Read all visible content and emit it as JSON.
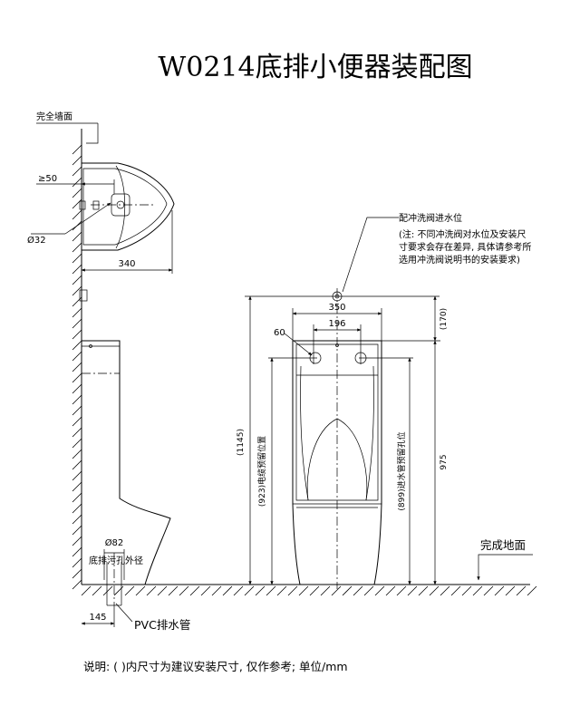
{
  "title": "W0214底排小便器装配图",
  "labels": {
    "finished_wall": "完全墙面",
    "gte50": "≥50",
    "dia32": "Ø32",
    "dim340": "340",
    "dia82": "Ø82",
    "drain_hole": "底排污孔外径",
    "dim145": "145",
    "pvc_pipe": "PVC排水管",
    "valve_inlet": "配冲洗阀进水位",
    "valve_note_1": "(注: 不同冲洗阀对水位及安装尺",
    "valve_note_2": "寸要求会存在差异, 具体请参考所",
    "valve_note_3": "选用冲洗阀说明书的安装要求)",
    "dim350": "350",
    "dim196": "196",
    "dim170": "(170)",
    "dim60": "60",
    "dim1145": "(1145)",
    "cable_pos": "(923)电缆预留位置",
    "inlet_pos": "(899)进水管预留孔位",
    "dim975": "975",
    "finished_floor": "完成地面"
  },
  "footer_note": "说明: ( )内尺寸为建议安装尺寸, 仅作参考;   单位/mm"
}
